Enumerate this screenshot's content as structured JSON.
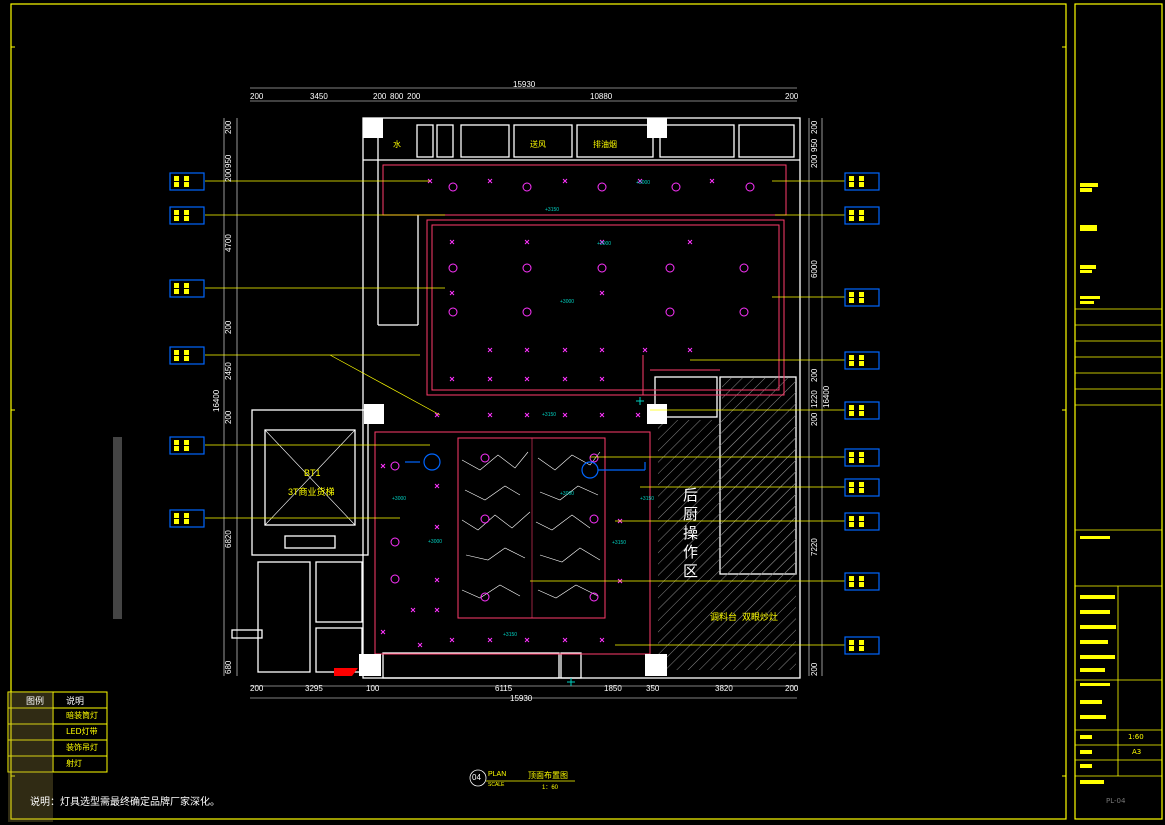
{
  "drawing": {
    "top_total": "15930",
    "top_dims": [
      "200",
      "3450",
      "200",
      "800",
      "200",
      "10880",
      "200"
    ],
    "bottom_total": "15930",
    "bottom_dims": [
      "200",
      "3295",
      "100",
      "6115",
      "1850",
      "350",
      "3820",
      "200"
    ],
    "left_dims": [
      "200",
      "950",
      "200",
      "4700",
      "200",
      "2450",
      "200",
      "6820",
      "680"
    ],
    "left_total": "16400",
    "right_dims": [
      "200",
      "950",
      "200",
      "6000",
      "200",
      "1220",
      "200",
      "7220",
      "200"
    ],
    "right_total": "16400",
    "zones": {
      "water": "水",
      "supply_air": "送风",
      "exhaust": "排油烟",
      "elevator_code": "BT1",
      "elevator_name": "3T商业货梯",
      "kitchen": "后厨操作区",
      "counter": "调料台",
      "stove": "双眼炒灶"
    },
    "ceiling_levels": [
      "+3000",
      "+3150",
      "+3000",
      "+3000",
      "+3150",
      "+3000",
      "+3000",
      "+3150",
      "+3000",
      "+3150",
      "+3150"
    ]
  },
  "legend": {
    "header_icon": "图例",
    "header_desc": "说明",
    "rows": [
      "暗装筒灯",
      "LED灯带",
      "装饰吊灯",
      "射灯"
    ]
  },
  "note": "说明：灯具选型需最终确定品牌厂家深化。",
  "title_block_bottom": {
    "number": "04",
    "plan_label": "PLAN",
    "scale_label": "SCALE",
    "title": "顶面布置图",
    "scale": "1：60"
  },
  "sidebar": {
    "scale_value": "1:60",
    "paper_size": "A3",
    "sheet_no": "PL-04"
  },
  "colors": {
    "frame": "#ffff00",
    "wall": "#ffffff",
    "ceiling_line": "#ff3b6b",
    "light": "#ff33ff",
    "callout": "#0066ff",
    "level": "#00d0c0"
  }
}
